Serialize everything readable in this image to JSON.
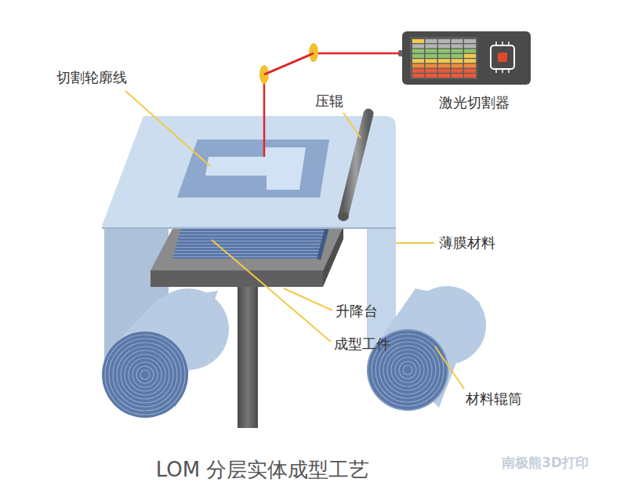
{
  "diagram": {
    "caption": "LOM 分层实体成型工艺",
    "labels": [
      "切割轮廓线",
      "激光切割器",
      "压辊",
      "薄膜材料",
      "升降台",
      "成型工件",
      "材料辊筒",
      "南极熊3D打印"
    ]
  }
}
